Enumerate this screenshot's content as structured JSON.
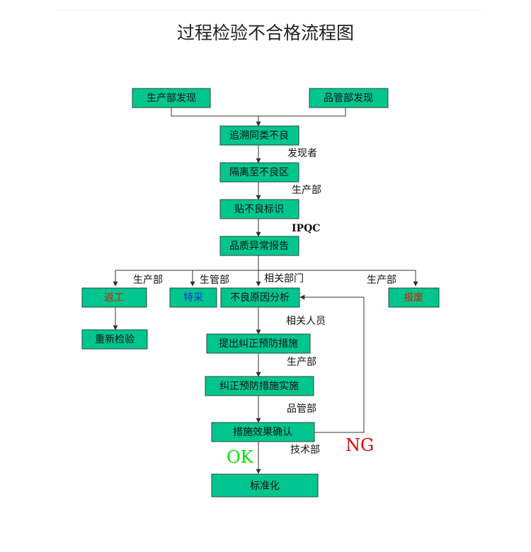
{
  "title": "过程检验不合格流程图",
  "nodes": {
    "prod_found": "生产部发现",
    "qc_found": "品管部发现",
    "trace": "追溯同类不良",
    "isolate": "隔离至不良区",
    "label": "贴不良标识",
    "report": "品质异常报告",
    "rework": "返工",
    "special": "特采",
    "analysis": "不良原因分析",
    "scrap": "报废",
    "reinspect": "重新检验",
    "propose": "提出纠正预防措施",
    "implement": "纠正预防措施实施",
    "confirm": "措施效果确认",
    "standard": "标准化"
  },
  "edge_labels": {
    "finder": "发现者",
    "prod1": "生产部",
    "ipqc": "IPQC",
    "rework_by": "生产部",
    "special_by": "生管部",
    "analysis_by": "相关部门",
    "scrap_by": "生产部",
    "people": "相关人员",
    "prod2": "生产部",
    "qc": "品管部",
    "tech": "技术部",
    "ok": "OK",
    "ng": "NG"
  },
  "colors": {
    "box_fill": "#00c58e",
    "rework_text": "#cc2200",
    "special_text": "#1a33cc",
    "scrap_text": "#cc2200",
    "ok": "#00e000",
    "ng": "#e00000"
  }
}
